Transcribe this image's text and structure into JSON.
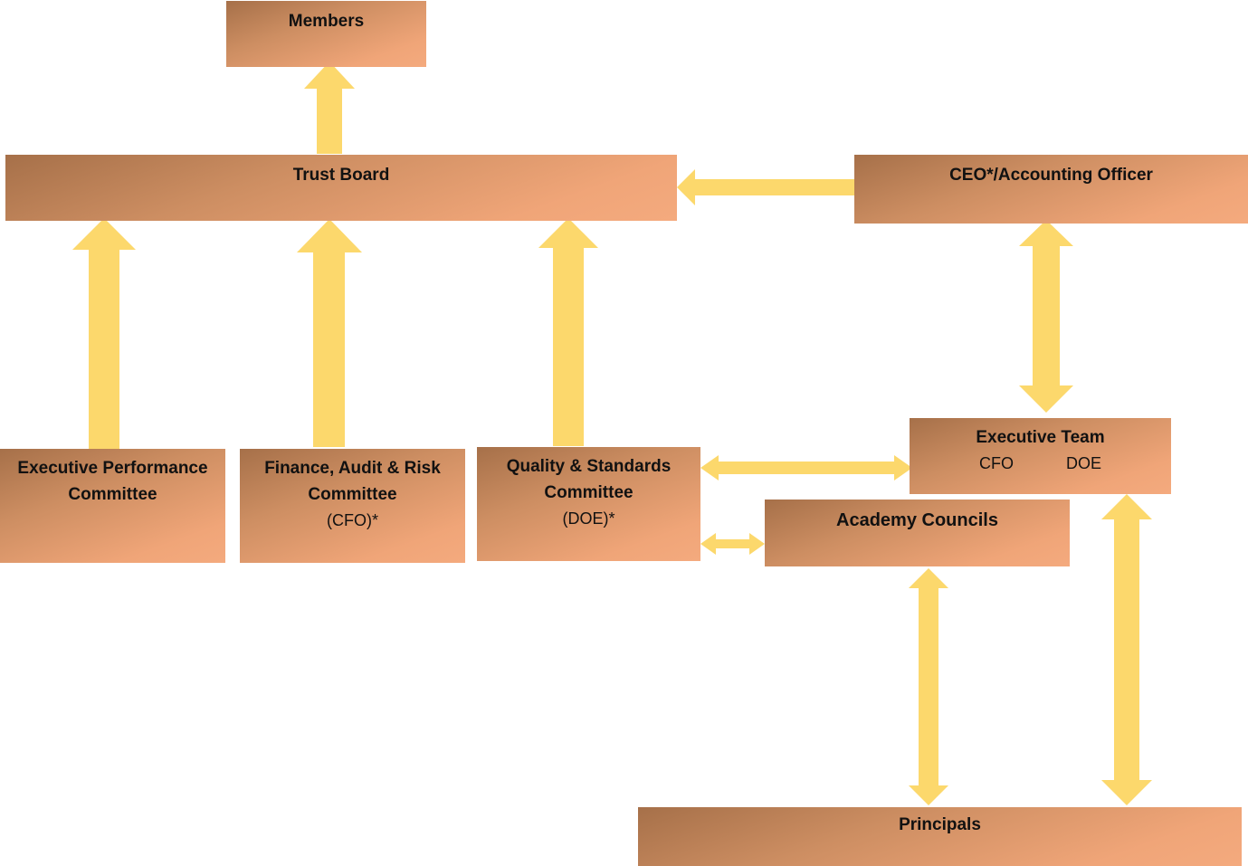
{
  "diagram": {
    "members": {
      "title": "Members"
    },
    "trust_board": {
      "title": "Trust Board"
    },
    "ceo": {
      "title": "CEO*/Accounting Officer"
    },
    "exec_performance": {
      "line1": "Executive Performance",
      "line2": "Committee"
    },
    "finance_audit": {
      "line1": "Finance, Audit & Risk",
      "line2": "Committee",
      "line3": "(CFO)*"
    },
    "quality_standards": {
      "line1": "Quality & Standards",
      "line2": "Committee",
      "line3": "(DOE)*"
    },
    "executive_team": {
      "title": "Executive Team",
      "member1": "CFO",
      "member2": "DOE"
    },
    "academy_councils": {
      "title": "Academy Councils"
    },
    "principals": {
      "title": "Principals"
    }
  },
  "colors": {
    "box_dark": "#a67049",
    "box_light": "#f4aa7e",
    "arrow": "#fcd86c"
  }
}
